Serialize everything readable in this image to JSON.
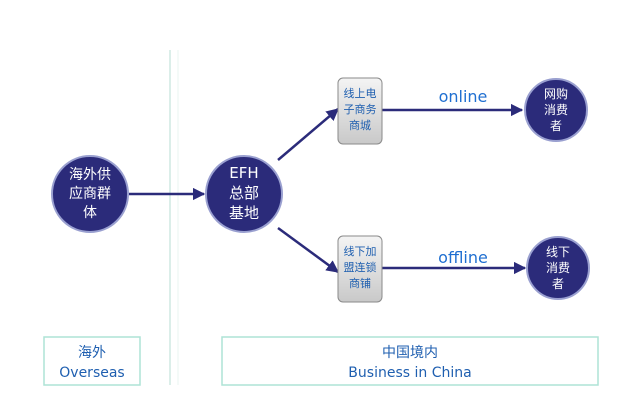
{
  "nodes": {
    "overseas_suppliers": {
      "lines": [
        "海外供",
        "应商群",
        "体"
      ]
    },
    "efh_hq": {
      "lines": [
        "EFH",
        "总部",
        "基地"
      ]
    },
    "online_mall": {
      "lines": [
        "线上电",
        "子商务",
        "商城"
      ]
    },
    "offline_stores": {
      "lines": [
        "线下加",
        "盟连锁",
        "商铺"
      ]
    },
    "online_consumers": {
      "lines": [
        "网购",
        "消费",
        "者"
      ]
    },
    "offline_consumers": {
      "lines": [
        "线下",
        "消费",
        "者"
      ]
    }
  },
  "edge_labels": {
    "online": "online",
    "offline": "offline"
  },
  "regions": {
    "overseas": {
      "zh": "海外",
      "en": "Overseas"
    },
    "china": {
      "zh": "中国境内",
      "en": "Business in China"
    }
  },
  "colors": {
    "circle_fill": "#2b2b7a",
    "circle_stroke": "#9aa0d0",
    "arrow": "#2b2b7a",
    "box_text": "#2060b0",
    "edge_label": "#1f6fd1",
    "region_text": "#1f5fb0",
    "region_border": "#aee3d6",
    "divider": "#cfe8e2"
  }
}
